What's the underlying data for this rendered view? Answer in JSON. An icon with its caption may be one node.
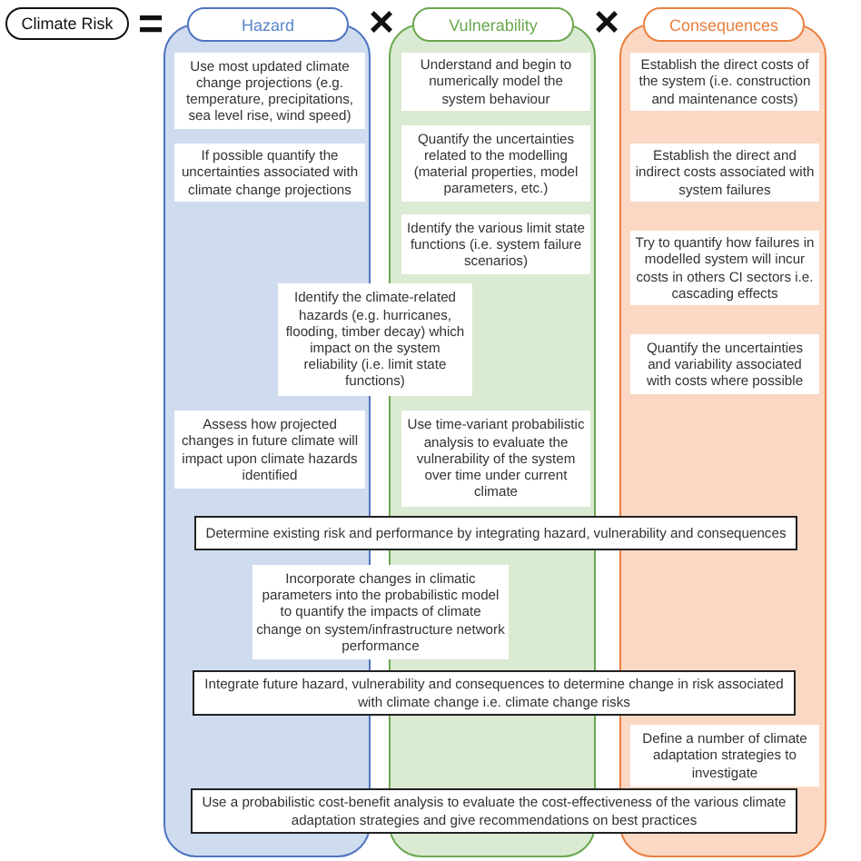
{
  "diagram": {
    "nodes": [
      {
        "text": [
          "Climate Risk"
        ]
      },
      {
        "text": [
          "Hazard"
        ]
      },
      {
        "text": [
          "Vulnerability"
        ]
      },
      {
        "text": [
          "Consequences"
        ]
      },
      {
        "text": [
          "Use most updated climate change projections (e.g. temperature, precipitations, sea level rise, wind speed)"
        ],
        "in": 1
      },
      {
        "text": [
          "Understand and begin to numerically model the system behaviour"
        ],
        "in": 2
      },
      {
        "text": [
          "Establish the direct costs of the system (i.e. construction and maintenance costs)"
        ],
        "in": 3
      },
      {
        "text": [
          "If possible quantify the uncertainties associated with climate change projections"
        ],
        "in": 1
      },
      {
        "text": [
          "Quantify the uncertainties related to the modelling (material properties, model parameters, etc.)"
        ],
        "in": 2
      },
      {
        "text": [
          "Establish the direct and indirect costs associated with system failures"
        ],
        "in": 3
      },
      {
        "text": [
          "Identify the various limit state functions (i.e. system failure scenarios)"
        ],
        "in": 2
      },
      {
        "text": [
          "Try to quantify how failures in modelled system will incur costs in others CI sectors i.e. cascading effects"
        ],
        "in": 3
      },
      {
        "text": [
          "Identify the climate-related hazards (e.g. hurricanes, flooding, timber decay) which impact on the system reliability (i.e. limit state functions)"
        ]
      },
      {
        "text": [
          "Quantify the uncertainties and variability associated with costs where possible"
        ],
        "in": 3
      },
      {
        "text": [
          "Assess how projected changes in future climate will impact upon climate hazards identified"
        ],
        "in": 1
      },
      {
        "text": [
          "Use time-variant probabilistic analysis to evaluate the vulnerability of the system over time under current climate"
        ],
        "in": 2
      },
      {
        "text": [
          "Determine existing risk and performance by integrating hazard, vulnerability and consequences"
        ]
      },
      {
        "text": [
          "Incorporate changes in climatic parameters into the probabilistic model to quantify the impacts of climate change on system/infrastructure network performance"
        ]
      },
      {
        "text": [
          "Integrate future hazard, vulnerability and consequences to determine change in risk associated with climate change i.e. climate change risks"
        ]
      },
      {
        "text": [
          "Define a number of climate adaptation strategies to investigate"
        ],
        "in": 3
      },
      {
        "text": [
          "Use a probabilistic cost-benefit analysis to evaluate the cost-effectiveness of the various climate adaptation strategies and give recommendations on best practices"
        ]
      }
    ],
    "labels": [
      "=",
      "×",
      "×"
    ]
  }
}
